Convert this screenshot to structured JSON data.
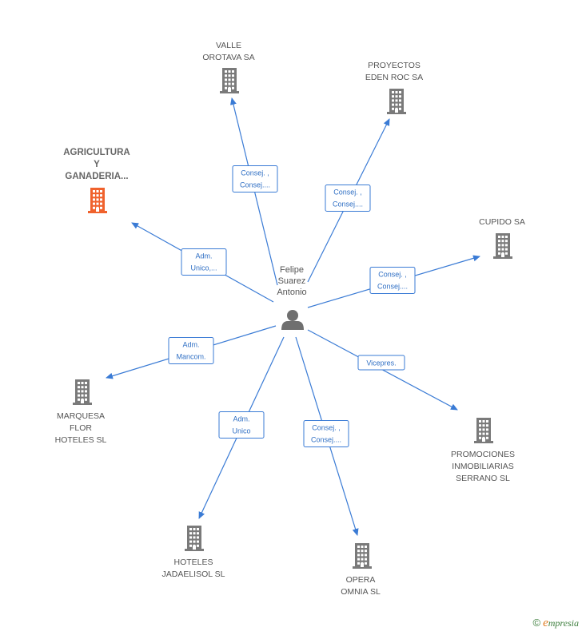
{
  "person": {
    "name_lines": [
      "Felipe",
      "Suarez",
      "Antonio"
    ],
    "icon": "person-icon"
  },
  "companies": [
    {
      "id": "valle-orotava",
      "lines": [
        "VALLE",
        "OROTAVA SA"
      ],
      "icon": "building-icon",
      "highlight": false
    },
    {
      "id": "proyectos-eden-roc",
      "lines": [
        "PROYECTOS",
        "EDEN ROC SA"
      ],
      "icon": "building-icon",
      "highlight": false
    },
    {
      "id": "agricultura-ganaderia",
      "lines": [
        "AGRICULTURA",
        "Y",
        "GANADERIA..."
      ],
      "icon": "building-icon",
      "highlight": true
    },
    {
      "id": "cupido",
      "lines": [
        "CUPIDO SA"
      ],
      "icon": "building-icon",
      "highlight": false
    },
    {
      "id": "marquesa-flor",
      "lines": [
        "MARQUESA",
        "FLOR",
        "HOTELES SL"
      ],
      "icon": "building-icon",
      "highlight": false
    },
    {
      "id": "promociones-serrano",
      "lines": [
        "PROMOCIONES",
        "INMOBILIARIAS",
        "SERRANO SL"
      ],
      "icon": "building-icon",
      "highlight": false
    },
    {
      "id": "hoteles-jadaelisol",
      "lines": [
        "HOTELES",
        "JADAELISOL SL"
      ],
      "icon": "building-icon",
      "highlight": false
    },
    {
      "id": "opera-omnia",
      "lines": [
        "OPERA",
        "OMNIA SL"
      ],
      "icon": "building-icon",
      "highlight": false
    }
  ],
  "relations": [
    {
      "to": "valle-orotava",
      "role_lines": [
        "Consej. ,",
        "Consej...."
      ]
    },
    {
      "to": "proyectos-eden-roc",
      "role_lines": [
        "Consej. ,",
        "Consej...."
      ]
    },
    {
      "to": "agricultura-ganaderia",
      "role_lines": [
        "Adm.",
        "Unico,..."
      ]
    },
    {
      "to": "cupido",
      "role_lines": [
        "Consej. ,",
        "Consej...."
      ]
    },
    {
      "to": "marquesa-flor",
      "role_lines": [
        "Adm.",
        "Mancom."
      ]
    },
    {
      "to": "promociones-serrano",
      "role_lines": [
        "Vicepres."
      ]
    },
    {
      "to": "hoteles-jadaelisol",
      "role_lines": [
        "Adm.",
        "Unico"
      ]
    },
    {
      "to": "opera-omnia",
      "role_lines": [
        "Consej. ,",
        "Consej...."
      ]
    }
  ],
  "colors": {
    "edge": "#3a7bd5",
    "building": "#7a7a7a",
    "building_highlight": "#f0622d",
    "person": "#6f6f6f"
  },
  "footer": {
    "copyright": "©",
    "brand_initial": "e",
    "brand_rest": "mpresia"
  }
}
